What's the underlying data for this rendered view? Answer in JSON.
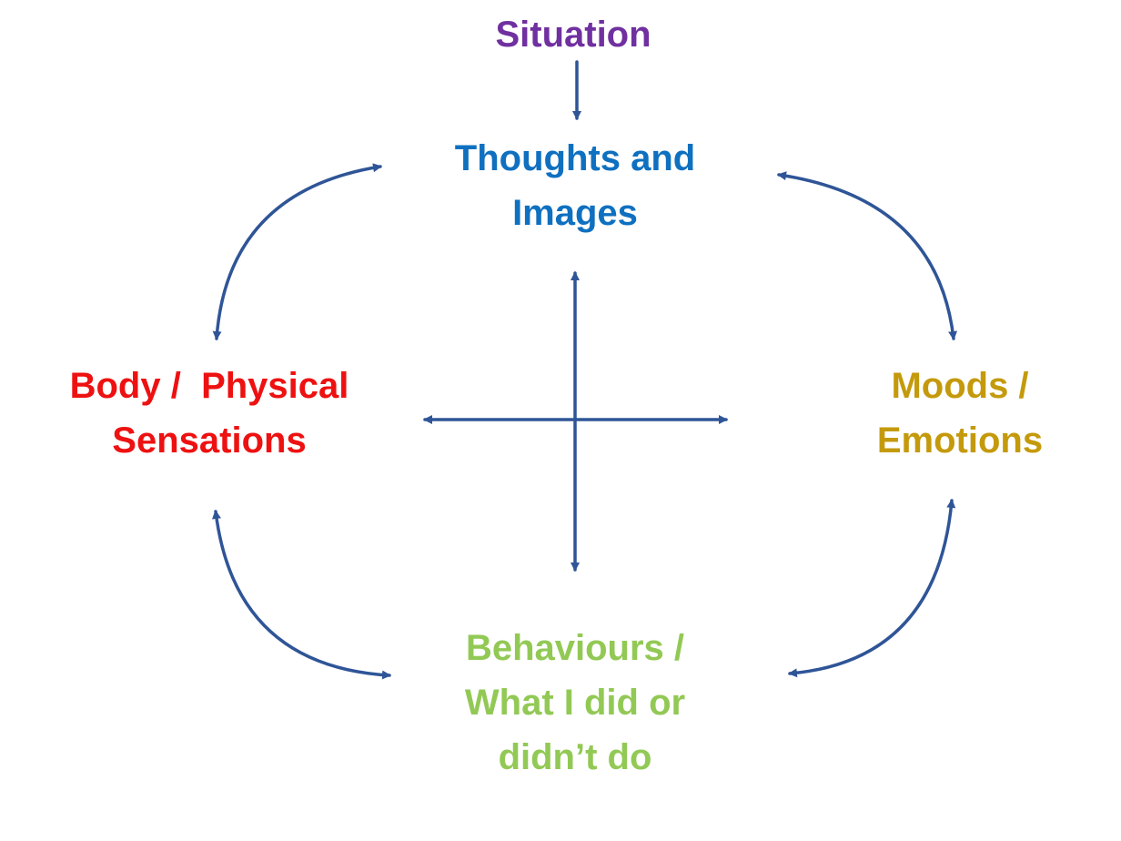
{
  "nodes": {
    "situation": {
      "lines": [
        "Situation"
      ],
      "color": "#7030A0"
    },
    "thoughts": {
      "lines": [
        "Thoughts and",
        "Images"
      ],
      "color": "#0F70C0"
    },
    "body": {
      "lines": [
        "Body /  Physical",
        "Sensations"
      ],
      "color": "#EE1111"
    },
    "moods": {
      "lines": [
        "Moods /",
        "Emotions"
      ],
      "color": "#C49A0C"
    },
    "behaviours": {
      "lines": [
        "Behaviours /",
        "What I did or",
        "didn’t do"
      ],
      "color": "#92C955"
    }
  },
  "colors": {
    "arrow": "#2F5597",
    "background": "#FFFFFF"
  }
}
